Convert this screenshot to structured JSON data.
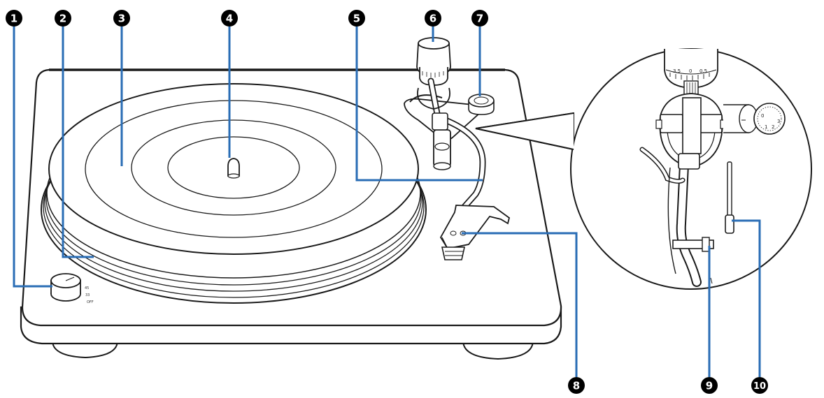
{
  "callouts": [
    {
      "id": 1,
      "label": "1"
    },
    {
      "id": 2,
      "label": "2"
    },
    {
      "id": 3,
      "label": "3"
    },
    {
      "id": 4,
      "label": "4"
    },
    {
      "id": 5,
      "label": "5"
    },
    {
      "id": 6,
      "label": "6"
    },
    {
      "id": 7,
      "label": "7"
    },
    {
      "id": 8,
      "label": "8"
    },
    {
      "id": 9,
      "label": "9"
    },
    {
      "id": 10,
      "label": "10"
    }
  ],
  "knob_marks": [
    "45",
    "33",
    "OFF"
  ],
  "antiskate_scale": [
    "3.5",
    "0",
    "0.5"
  ],
  "antiskate_dial": [
    "0",
    "1",
    "2",
    "3"
  ],
  "colors": {
    "leader": "#2a6db5",
    "marker": "#000000",
    "outline": "#1a1a1a"
  }
}
